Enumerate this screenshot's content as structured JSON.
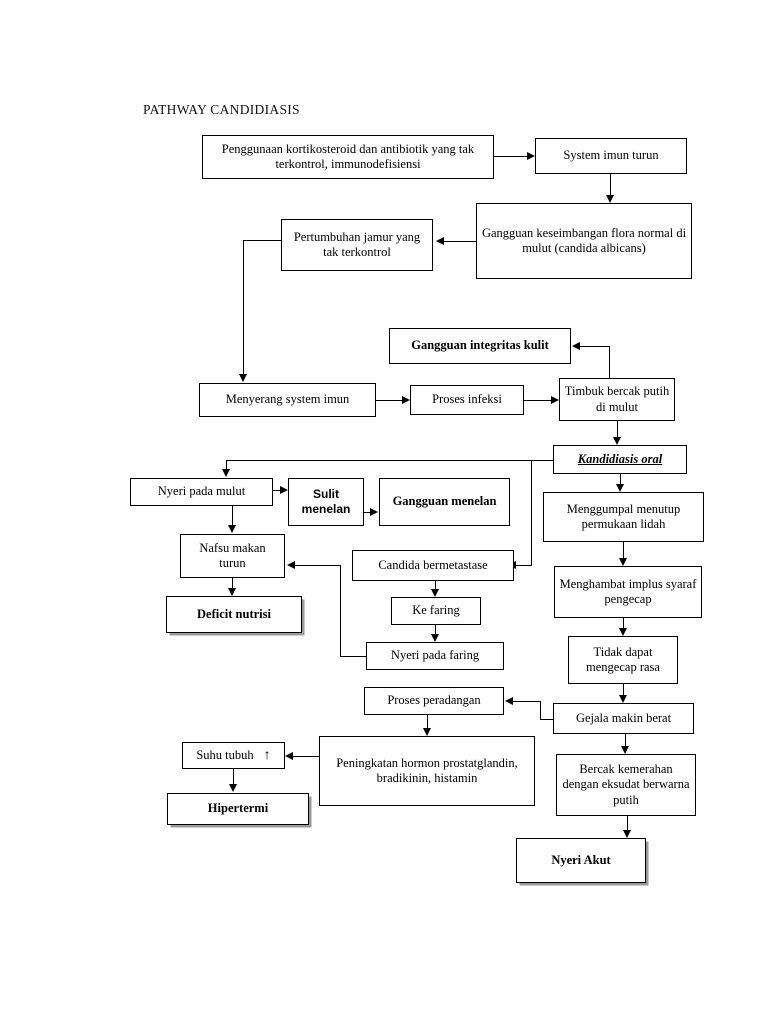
{
  "document": {
    "title": "PATHWAY CANDIDIASIS"
  },
  "diagram": {
    "type": "flowchart",
    "orientation": "top-down",
    "nodes": [
      {
        "id": "n1",
        "label": "Penggunaan kortikosteroid dan antibiotik yang tak terkontrol, immunodefisiensi",
        "style": "plain"
      },
      {
        "id": "n2",
        "label": "System imun turun",
        "style": "plain"
      },
      {
        "id": "n3",
        "label": "Gangguan keseimbangan flora normal di mulut (candida albicans)",
        "style": "plain"
      },
      {
        "id": "n4",
        "label": "Pertumbuhan jamur yang tak terkontrol",
        "style": "plain"
      },
      {
        "id": "n5",
        "label": "Gangguan integritas kulit",
        "style": "bold"
      },
      {
        "id": "n6",
        "label": "Menyerang system imun",
        "style": "plain"
      },
      {
        "id": "n7",
        "label": "Proses infeksi",
        "style": "plain"
      },
      {
        "id": "n8",
        "label": "Timbuk bercak putih di mulut",
        "style": "plain"
      },
      {
        "id": "n9",
        "label": "Kandidiasis oral",
        "style": "bold-italic-underline"
      },
      {
        "id": "n10",
        "label": "Nyeri pada mulut",
        "style": "plain"
      },
      {
        "id": "n11",
        "label": "Sulit menelan",
        "style": "bold"
      },
      {
        "id": "n12",
        "label": "Gangguan menelan",
        "style": "bold"
      },
      {
        "id": "n13",
        "label": "Menggumpal menutup permukaan lidah",
        "style": "plain"
      },
      {
        "id": "n14",
        "label": "Nafsu makan turun",
        "style": "plain"
      },
      {
        "id": "n15",
        "label": "Candida bermetastase",
        "style": "plain"
      },
      {
        "id": "n16",
        "label": "Menghambat implus syaraf pengecap",
        "style": "plain"
      },
      {
        "id": "n17",
        "label": "Deficit nutrisi",
        "style": "bold-shadow"
      },
      {
        "id": "n18",
        "label": "Ke faring",
        "style": "plain"
      },
      {
        "id": "n19",
        "label": "Tidak dapat mengecap rasa",
        "style": "plain"
      },
      {
        "id": "n20",
        "label": "Nyeri pada faring",
        "style": "plain"
      },
      {
        "id": "n21",
        "label": "Gejala makin berat",
        "style": "plain"
      },
      {
        "id": "n22",
        "label": "Proses peradangan",
        "style": "plain"
      },
      {
        "id": "n23",
        "label": "Peningkatan hormon prostatglandin, bradikinin, histamin",
        "style": "plain"
      },
      {
        "id": "n24",
        "label": "Suhu tubuh",
        "style": "plain",
        "suffix_icon": "up-arrow-icon"
      },
      {
        "id": "n25",
        "label": "Bercak kemerahan dengan eksudat berwarna putih",
        "style": "plain"
      },
      {
        "id": "n26",
        "label": "Hipertermi",
        "style": "bold-shadow"
      },
      {
        "id": "n27",
        "label": "Nyeri Akut",
        "style": "bold-shadow"
      }
    ],
    "edges": [
      {
        "from": "n1",
        "to": "n2"
      },
      {
        "from": "n2",
        "to": "n3"
      },
      {
        "from": "n3",
        "to": "n4"
      },
      {
        "from": "n4",
        "to": "n6"
      },
      {
        "from": "n6",
        "to": "n7"
      },
      {
        "from": "n7",
        "to": "n8"
      },
      {
        "from": "n8",
        "to": "n5"
      },
      {
        "from": "n8",
        "to": "n9"
      },
      {
        "from": "n9",
        "to": "n10"
      },
      {
        "from": "n9",
        "to": "n13"
      },
      {
        "from": "n9",
        "to": "n15"
      },
      {
        "from": "n10",
        "to": "n11"
      },
      {
        "from": "n10",
        "to": "n14"
      },
      {
        "from": "n11",
        "to": "n12"
      },
      {
        "from": "n13",
        "to": "n16"
      },
      {
        "from": "n14",
        "to": "n17"
      },
      {
        "from": "n15",
        "to": "n18"
      },
      {
        "from": "n16",
        "to": "n19"
      },
      {
        "from": "n18",
        "to": "n20"
      },
      {
        "from": "n19",
        "to": "n21"
      },
      {
        "from": "n20",
        "to": "n14"
      },
      {
        "from": "n21",
        "to": "n22"
      },
      {
        "from": "n21",
        "to": "n25"
      },
      {
        "from": "n22",
        "to": "n23"
      },
      {
        "from": "n23",
        "to": "n24"
      },
      {
        "from": "n24",
        "to": "n26"
      },
      {
        "from": "n25",
        "to": "n27"
      }
    ],
    "colors": {
      "stroke": "#000000",
      "fill": "#ffffff",
      "text": "#000000",
      "shadow": "#9a9a9a"
    },
    "icons": {
      "up_arrow": "↑"
    }
  }
}
